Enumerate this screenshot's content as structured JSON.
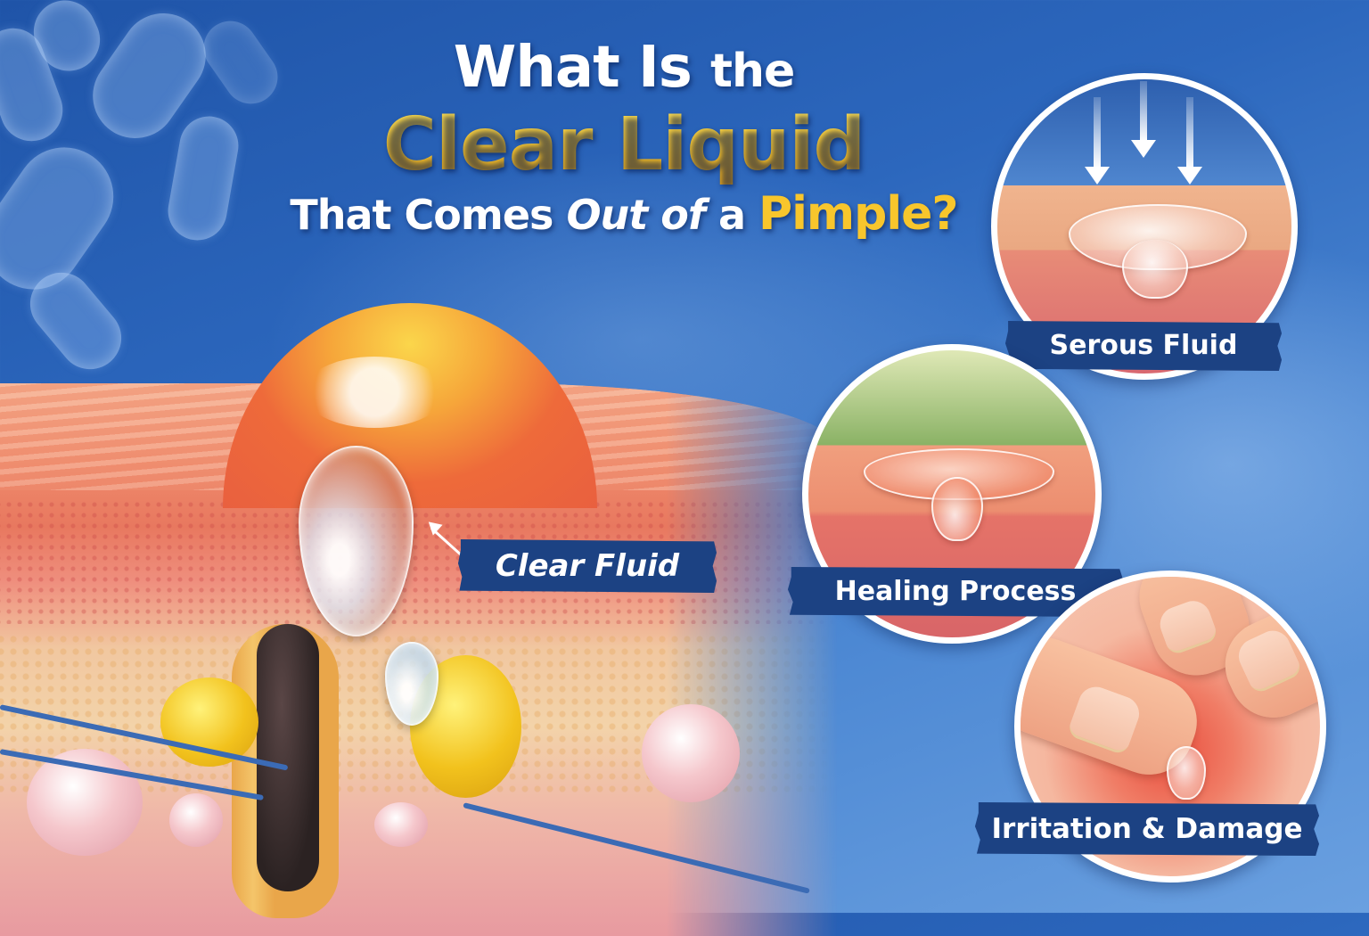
{
  "title": {
    "line1_main": "What Is",
    "line1_small": "the",
    "line2": "Clear Liquid",
    "line3_a": "That Comes",
    "line3_b": "Out of",
    "line3_c": "a",
    "line3_highlight": "Pimple?"
  },
  "main_illustration": {
    "subject": "skin cross-section with inflamed pimple releasing clear fluid",
    "callout_label": "Clear Fluid"
  },
  "panels": [
    {
      "label": "Serous Fluid",
      "depicts": "fluid droplet on skin layers with downward arrows"
    },
    {
      "label": "Healing Process",
      "depicts": "fluid droplet on healing skin layers"
    },
    {
      "label": "Irritation & Damage",
      "depicts": "fingers squeezing irritated red skin with droplet"
    }
  ],
  "colors": {
    "background_blue": "#2c67bd",
    "title_white": "#ffffff",
    "title_yellow": "#f8c62c",
    "banner_navy": "#1c4283",
    "circle_border": "#ffffff"
  }
}
